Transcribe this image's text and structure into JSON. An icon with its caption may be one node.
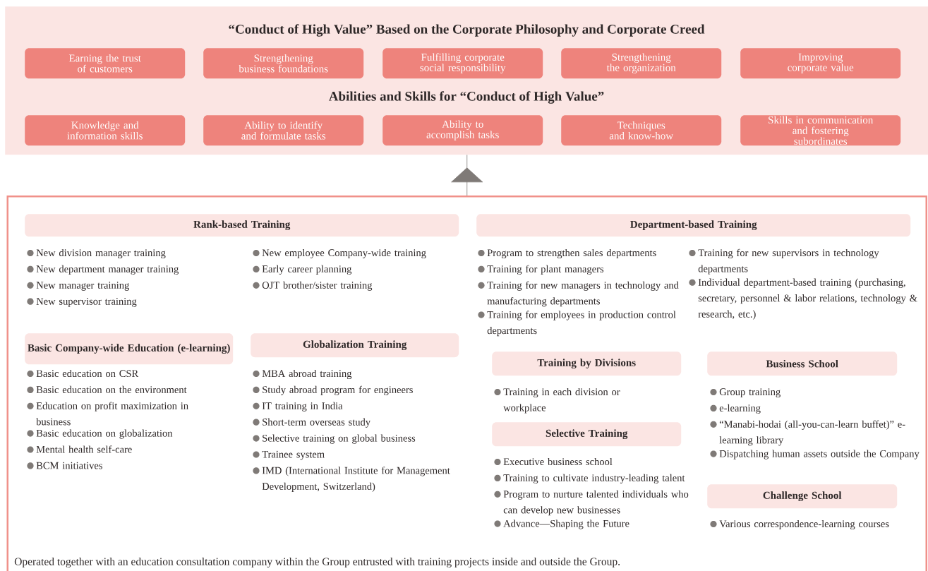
{
  "diagram": {
    "nodes": [
      {
        "text": [
          "“Conduct of High Value” Based on the Corporate Philosophy and Corporate Creed",
          "Abilities and Skills for “Conduct of High Value”"
        ]
      },
      {
        "text": [
          "Earning the trust of customers"
        ],
        "in": 0
      },
      {
        "text": [
          "Strengthening business foundations"
        ],
        "in": 0
      },
      {
        "text": [
          "Fulfilling corporate social responsibility"
        ],
        "in": 0
      },
      {
        "text": [
          "Strengthening the organization"
        ],
        "in": 0
      },
      {
        "text": [
          "Improving corporate value"
        ],
        "in": 0
      },
      {
        "text": [
          "Knowledge and information skills"
        ],
        "in": 0
      },
      {
        "text": [
          "Ability to identify and formulate tasks"
        ],
        "in": 0
      },
      {
        "text": [
          "Ability to accomplish tasks"
        ],
        "in": 0
      },
      {
        "text": [
          "Techniques and know-how"
        ],
        "in": 0
      },
      {
        "text": [
          "Skills in communication and fostering subordinates"
        ],
        "in": 0
      },
      {
        "text": [],
        "shape": "box"
      },
      {
        "text": [
          "Rank-based Training"
        ],
        "in": 11,
        "beside": [
          "New division manager training",
          "New department manager training",
          "New manager training",
          "New supervisor training",
          "New employee Company-wide training",
          "Early career planning",
          "OJT brother/sister training"
        ]
      },
      {
        "text": [
          "Department-based Training"
        ],
        "in": 11,
        "beside": [
          "Program to strengthen sales departments",
          "Training for plant managers",
          "Training for new managers in technology and manufacturing departments",
          "Training for employees in production control departments",
          "Training for new supervisors in technology departments",
          "Individual department-based training (purchasing, secretary, personnel & labor relations, technology & research, etc.)"
        ]
      },
      {
        "text": [
          "Basic Company-wide Education (e-learning)"
        ],
        "in": 11,
        "beside": [
          "Basic education on CSR",
          "Basic education on the environment",
          "Education on profit maximization in business",
          "Basic education on globalization",
          "Mental health self-care",
          "BCM initiatives"
        ]
      },
      {
        "text": [
          "Globalization Training"
        ],
        "in": 11,
        "beside": [
          "MBA abroad training",
          "Study abroad program for engineers",
          "IT training in India",
          "Short-term overseas study",
          "Selective training on global business",
          "Trainee system",
          "IMD (International Institute for Management Development, Switzerland)"
        ]
      },
      {
        "text": [
          "Training by Divisions"
        ],
        "in": 11,
        "beside": [
          "Training in each division or workplace"
        ]
      },
      {
        "text": [
          "Business School"
        ],
        "in": 11,
        "beside": [
          "Group training",
          "e-learning",
          "“Manabi-hodai (all-you-can-learn buffet)” e-learning library",
          "Dispatching human assets outside the Company"
        ]
      },
      {
        "text": [
          "Selective Training"
        ],
        "in": 11,
        "beside": [
          "Executive business school",
          "Training to cultivate industry-leading talent",
          "Program to nurture talented individuals who can develop new businesses",
          "Advance—Shaping the Future"
        ]
      },
      {
        "text": [
          "Challenge School"
        ],
        "in": 11,
        "beside": [
          "Various correspondence-learning courses"
        ]
      }
    ],
    "edges": [
      {
        "from": 11,
        "to": 0,
        "arrow": "to"
      }
    ],
    "labels": [
      "Operated together with an education consultation company within the Group entrusted with training projects inside and outside the Group."
    ]
  }
}
